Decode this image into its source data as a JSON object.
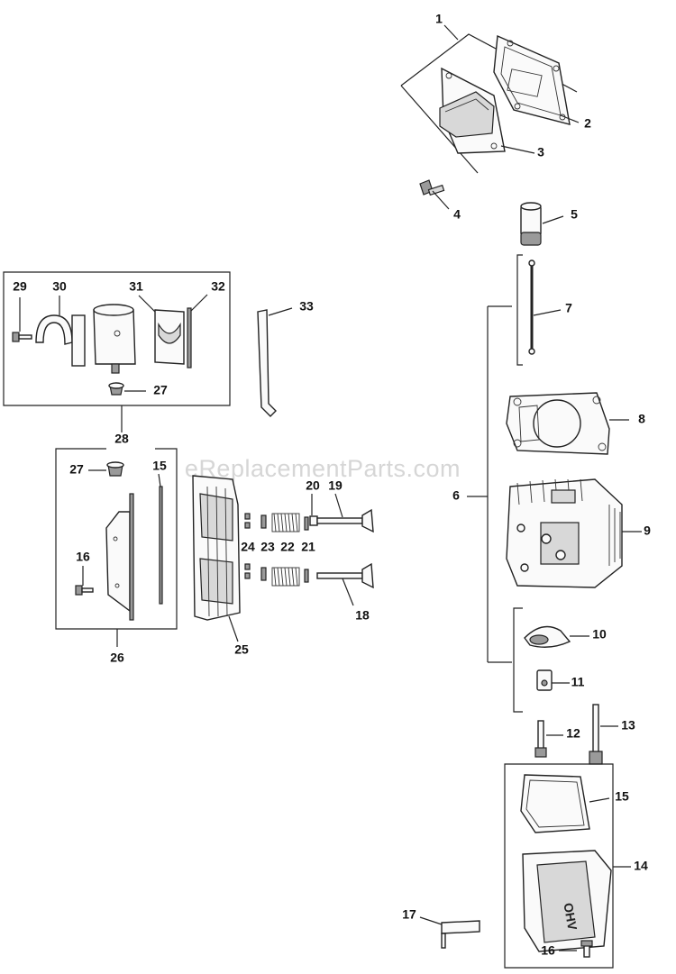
{
  "watermark": "eReplacementParts.com",
  "callouts": {
    "c1": "1",
    "c2": "2",
    "c3": "3",
    "c4": "4",
    "c5": "5",
    "c6": "6",
    "c7": "7",
    "c8": "8",
    "c9": "9",
    "c10": "10",
    "c11": "11",
    "c12": "12",
    "c13": "13",
    "c14": "14",
    "c15a": "15",
    "c15b": "15",
    "c16a": "16",
    "c16b": "16",
    "c17": "17",
    "c18": "18",
    "c19": "19",
    "c20": "20",
    "c21": "21",
    "c22": "22",
    "c23": "23",
    "c24": "24",
    "c25": "25",
    "c26": "26",
    "c27a": "27",
    "c27b": "27",
    "c28": "28",
    "c29": "29",
    "c30": "30",
    "c31": "31",
    "c32": "32",
    "c33": "33"
  },
  "cover_lettering": "OHV"
}
